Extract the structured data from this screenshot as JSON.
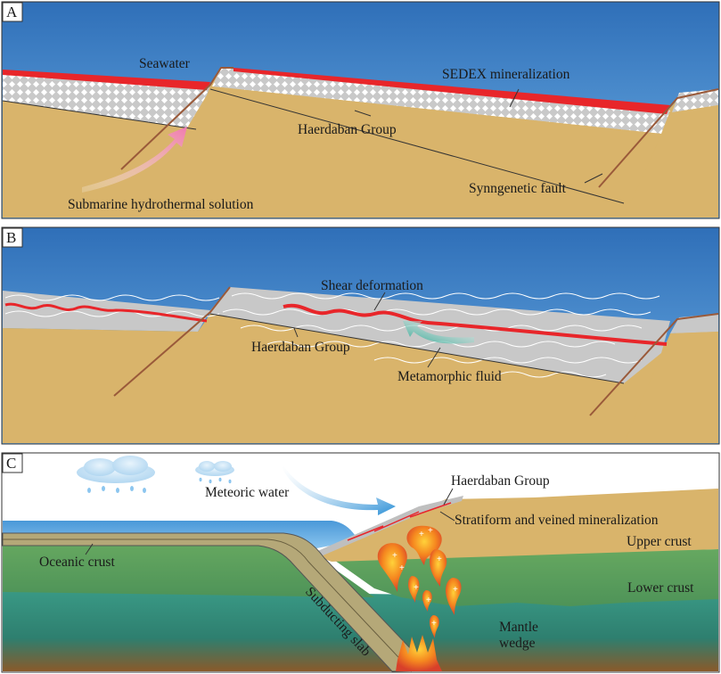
{
  "panels": [
    {
      "id": "A",
      "letter": "A",
      "labels": {
        "seawater": "Seawater",
        "sedex": "SEDEX mineralization",
        "group": "Haerdaban Group",
        "hydro": "Submarine hydrothermal solution",
        "fault": "Synngenetic fault"
      }
    },
    {
      "id": "B",
      "letter": "B",
      "labels": {
        "shear": "Shear deformation",
        "group": "Haerdaban Group",
        "fluid": "Metamorphic fluid"
      }
    },
    {
      "id": "C",
      "letter": "C",
      "labels": {
        "meteoric": "Meteoric water",
        "group": "Haerdaban Group",
        "mineral": "Stratiform and veined mineralization",
        "upper": "Upper crust",
        "oceanic": "Oceanic crust",
        "lower": "Lower crust",
        "slab": "Subducting slab",
        "mantle1": "Mantle",
        "mantle2": "wedge"
      }
    }
  ],
  "colors": {
    "sky": "#3a83c9",
    "rock": "#d9b46b",
    "ore": "#e8262a",
    "fault": "#9a5a3a",
    "strata": "#c8c8c8",
    "lowerCrust": "#5a9a5c",
    "mantle": "#2f8a82",
    "ocean": "#5aa6dd",
    "magma": "#f08a1e"
  }
}
